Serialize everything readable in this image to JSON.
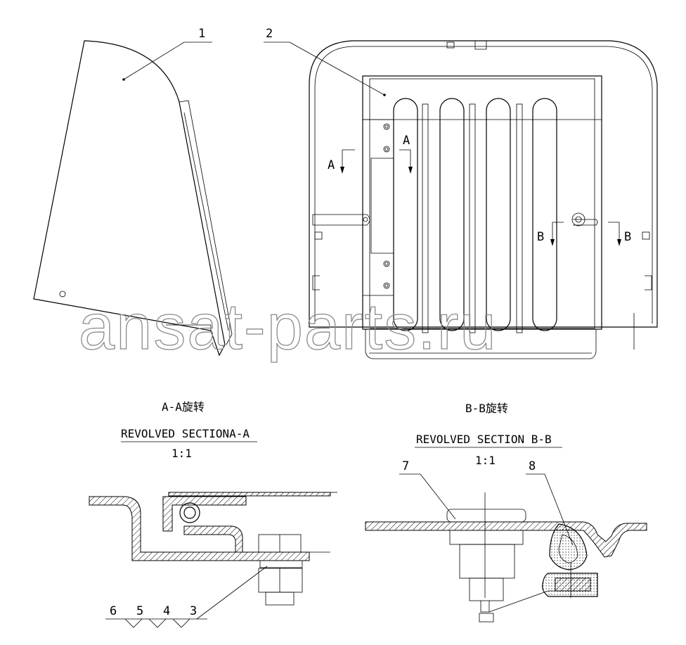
{
  "callouts": {
    "c1": "1",
    "c2": "2",
    "c3": "3",
    "c4": "4",
    "c5": "5",
    "c6": "6",
    "c7": "7",
    "c8": "8"
  },
  "section_marks": {
    "a_left": "A",
    "a_right": "A",
    "b_left": "B",
    "b_right": "B"
  },
  "section_aa": {
    "cn_title": "A-A旋转",
    "en_title": "REVOLVED SECTIONA-A",
    "scale": "1:1"
  },
  "section_bb": {
    "cn_title": "B-B旋转",
    "en_title": "REVOLVED SECTION B-B",
    "scale": "1:1"
  },
  "watermark": "ansat-parts.ru"
}
